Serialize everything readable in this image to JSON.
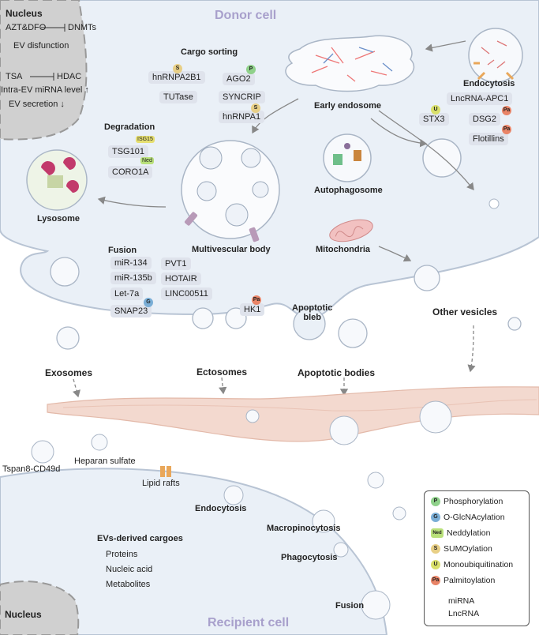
{
  "donor": {
    "title": "Donor cell",
    "nucleus": {
      "label": "Nucleus",
      "line1_left": "AZT&DFO",
      "line1_right": "DNMTs",
      "line2": "EV disfunction",
      "line3_left": "TSA",
      "line3_right": "HDAC",
      "line4": "Intra-EV miRNA level ↑",
      "line5": "EV secretion ↓"
    },
    "cargo_sorting": {
      "title": "Cargo sorting",
      "items": [
        {
          "label": "hnRNPA2B1",
          "mod": "S"
        },
        {
          "label": "AGO2",
          "mod": "P"
        },
        {
          "label": "TUTase"
        },
        {
          "label": "SYNCRIP"
        },
        {
          "label": "hnRNPA1",
          "mod": "S"
        }
      ]
    },
    "degradation": {
      "title": "Degradation",
      "items": [
        {
          "label": "TSG101",
          "mod": "ISG15"
        },
        {
          "label": "CORO1A",
          "mod": "Ned"
        }
      ]
    },
    "fusion": {
      "title": "Fusion",
      "items": [
        {
          "label": "miR-134"
        },
        {
          "label": "miR-135b"
        },
        {
          "label": "Let-7a"
        },
        {
          "label": "SNAP23",
          "mod": "G"
        },
        {
          "label": "PVT1"
        },
        {
          "label": "HOTAIR"
        },
        {
          "label": "LINC00511"
        },
        {
          "label": "HK1",
          "mod": "Pa"
        }
      ]
    },
    "endocytosis": {
      "title": "Endocytosis",
      "items": [
        {
          "label": "LncRNA-APC1"
        },
        {
          "label": "STX3",
          "mod": "U"
        },
        {
          "label": "DSG2",
          "mod": "Pa"
        },
        {
          "label": "Flotillins",
          "mod": "Pa"
        }
      ]
    },
    "organelles": {
      "early_endosome": "Early endosome",
      "autophagosome": "Autophagosome",
      "lysosome": "Lysosome",
      "mvb": "Multivescular body",
      "mitochondria": "Mitochondria",
      "apoptotic_bleb": "Apoptotic\nbleb"
    }
  },
  "vesicles": {
    "exosomes": "Exosomes",
    "ectosomes": "Ectosomes",
    "apoptotic_bodies": "Apoptotic bodies",
    "other_vesicles": "Other vesicles"
  },
  "recipient": {
    "title": "Recipient cell",
    "nucleus": "Nucleus",
    "tspan": "Tspan8-CD49d",
    "heparan": "Heparan sulfate",
    "lipid_rafts": "Lipid rafts",
    "endocytosis": "Endocytosis",
    "macropinocytosis": "Macropinocytosis",
    "phagocytosis": "Phagocytosis",
    "fusion": "Fusion",
    "cargoes_title": "EVs-derived cargoes",
    "cargoes": [
      "Proteins",
      "Nucleic acid",
      "Metabolites"
    ]
  },
  "legend": {
    "items": [
      {
        "badge": "P",
        "label": "Phosphorylation",
        "color": "#8fd18a"
      },
      {
        "badge": "G",
        "label": "O-GlcNAcylation",
        "color": "#7aaed6"
      },
      {
        "badge": "Ned",
        "label": "Neddylation",
        "color": "#b9e07a"
      },
      {
        "badge": "S",
        "label": "SUMOylation",
        "color": "#e8cf86"
      },
      {
        "badge": "U",
        "label": "Monoubiquitination",
        "color": "#d9e06a"
      },
      {
        "badge": "Pa",
        "label": "Palmitoylation",
        "color": "#e98467"
      },
      {
        "label": "miRNA"
      },
      {
        "label": "LncRNA"
      }
    ]
  },
  "colors": {
    "cell_fill": "#eaf0f7",
    "cell_stroke": "#b8c4d4",
    "nucleus_fill": "#d0d0d0",
    "title_color": "#a8a0cc",
    "vessel_fill": "#f3d9cf",
    "pill_fill": "#dfe3ec"
  }
}
